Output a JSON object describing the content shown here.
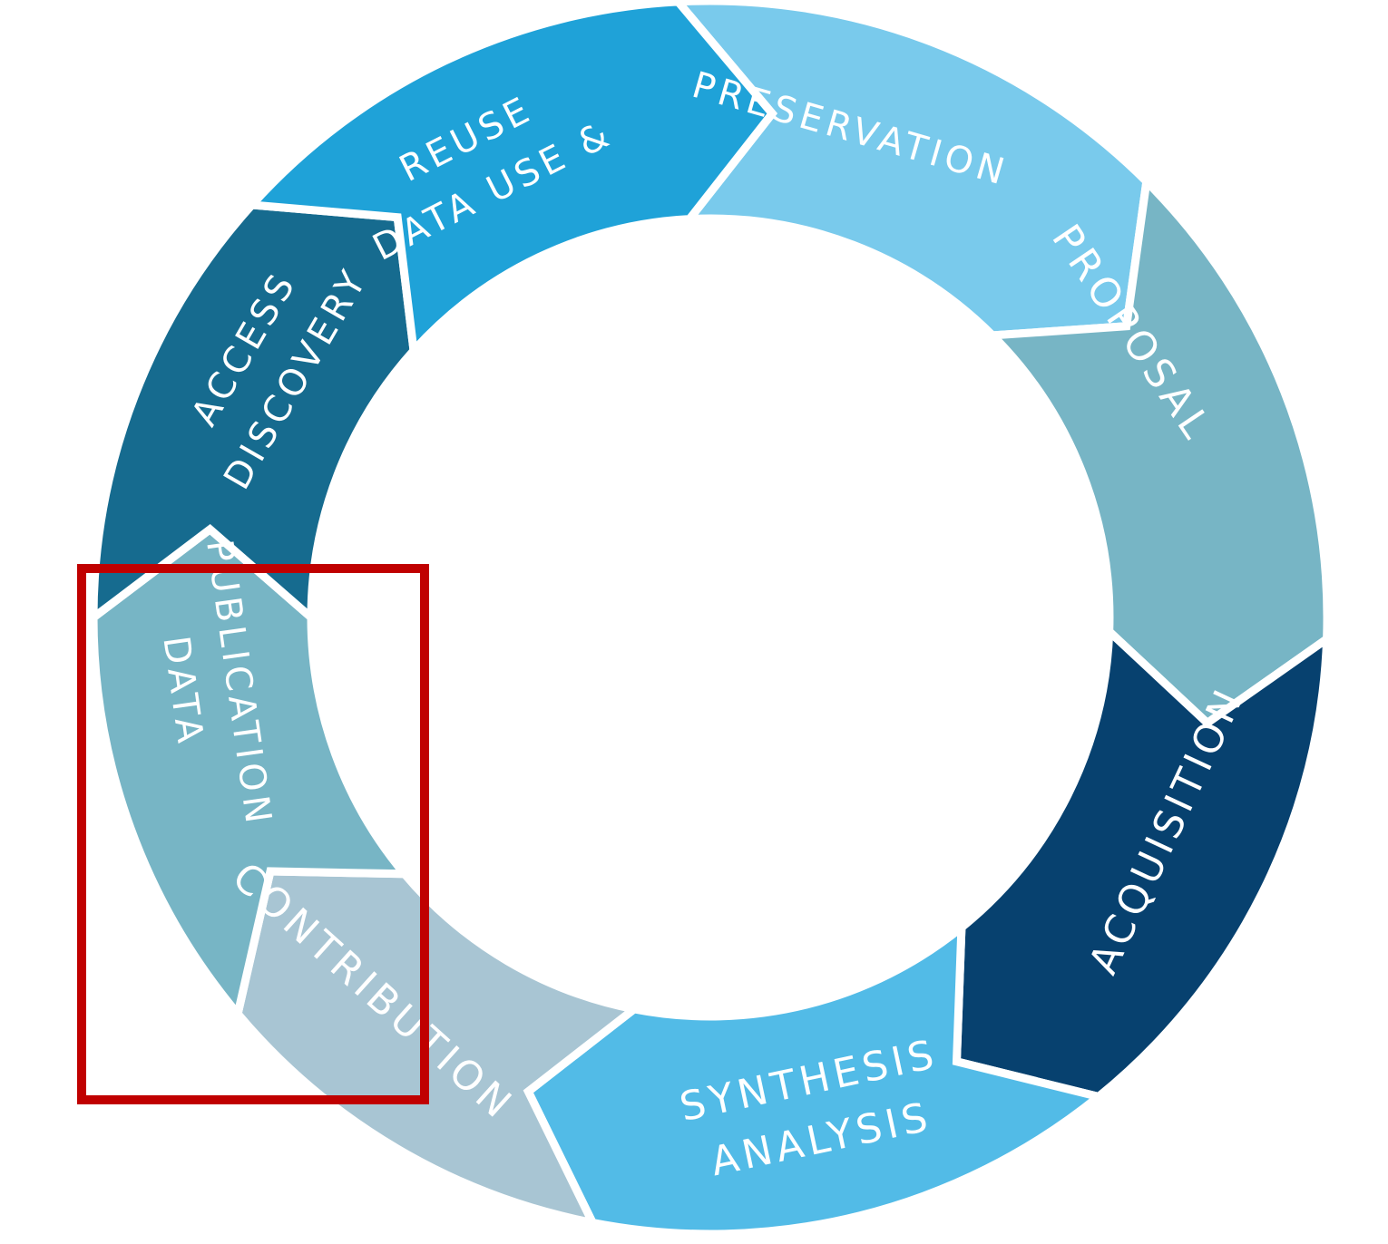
{
  "segments": [
    {
      "id": "proposal",
      "lines": [
        "PROPOSAL"
      ],
      "color": "#79caec"
    },
    {
      "id": "acquisition",
      "lines": [
        "ACQUISITION"
      ],
      "color": "#77b5c5"
    },
    {
      "id": "analysis",
      "lines": [
        "ANALYSIS",
        "SYNTHESIS"
      ],
      "color": "#07416f"
    },
    {
      "id": "contribution",
      "lines": [
        "CONTRIBUTION"
      ],
      "color": "#52bbe7"
    },
    {
      "id": "publication",
      "lines": [
        "DATA",
        "PUBLICATION"
      ],
      "color": "#a8c5d3"
    },
    {
      "id": "discovery",
      "lines": [
        "DISCOVERY",
        "ACCESS"
      ],
      "color": "#77b5c5"
    },
    {
      "id": "reuse",
      "lines": [
        "DATA USE &",
        "REUSE"
      ],
      "color": "#166b8f"
    },
    {
      "id": "preservation",
      "lines": [
        "PRESERVATION"
      ],
      "color": "#1fa2d8"
    }
  ],
  "highlight_color": "#c00000",
  "separator_color": "#ffffff"
}
